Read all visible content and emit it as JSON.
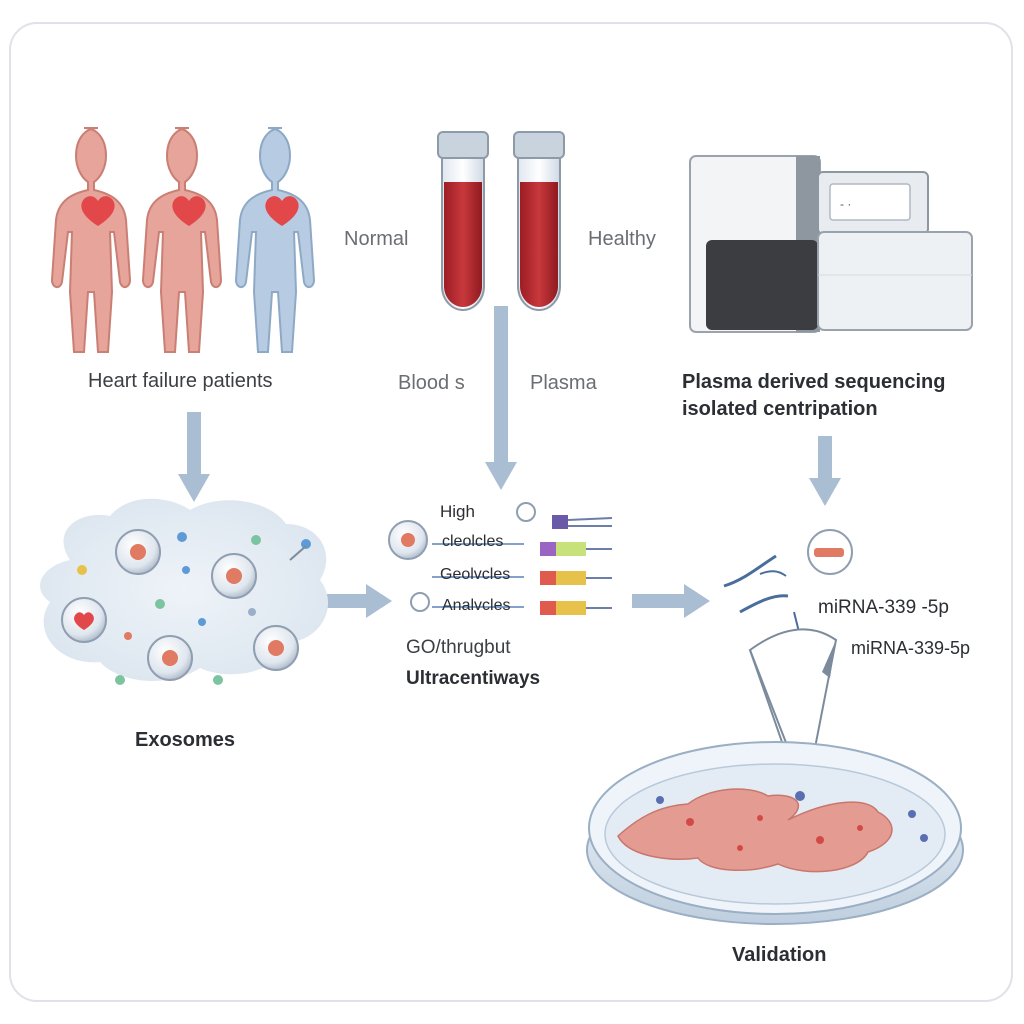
{
  "labels": {
    "normal": "Normal",
    "healthy": "Healthy",
    "heart_failure_patients": "Heart failure patients",
    "blood": "Blood s",
    "plasma": "Plasma",
    "sequencing_line1": "Plasma derived sequencing",
    "sequencing_line2": "isolated centripation",
    "exosomes": "Exosomes",
    "high": "High",
    "row1": "cleolcles",
    "row2": "Geolvcles",
    "row3": "Analvcles",
    "go_throughput": "GO/thrugbut",
    "ultracentiways": "Ultracentiways",
    "mirna_1": "miRNA-339 -5p",
    "mirna_2": "miRNA-339-5p",
    "validation": "Validation"
  },
  "colors": {
    "patient_red": "#e7a49a",
    "patient_blue": "#b7cce2",
    "heart": "#e2484a",
    "blood": "#b5262c",
    "arrow": "#a9bdd3",
    "tissue": "#e49c92"
  },
  "icons": [
    "heart-icon",
    "test-tube-icon",
    "sequencer-icon",
    "exosome-icon",
    "petri-dish-icon",
    "pipette-icon"
  ]
}
